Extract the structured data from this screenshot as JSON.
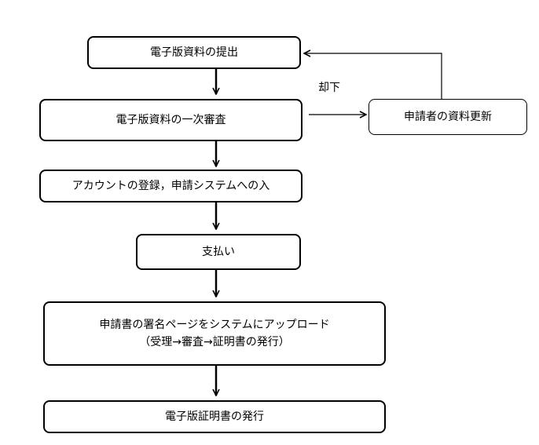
{
  "steps": {
    "submit": "電子版資料の提出",
    "first_review": "電子版資料の一次審査",
    "register": "アカウントの登録，申請システムへの入",
    "payment": "支払い",
    "upload_line1": "申請書の署名ページをシステムにアップロード",
    "upload_line2": "（受理→審査→証明書の発行）",
    "issue": "電子版証明書の発行"
  },
  "side": {
    "update": "申請者の資料更新",
    "reject_label": "却下"
  }
}
